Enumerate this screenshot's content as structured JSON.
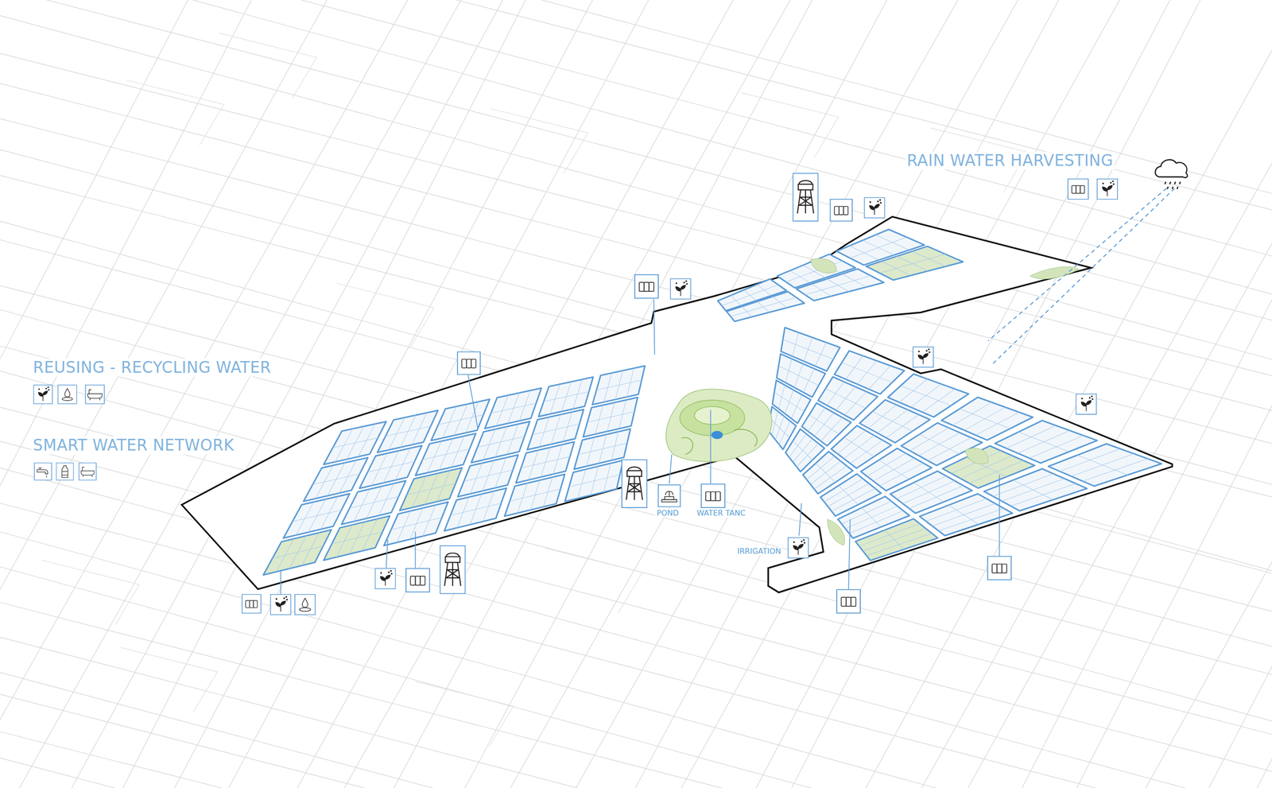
{
  "diagram": {
    "labels": [
      "POND",
      "WATER TANC",
      "IRRIGATION"
    ],
    "legend": [
      {
        "text": "RAIN WATER HARVESTING"
      },
      {
        "text": "REUSING - RECYCLING WATER"
      },
      {
        "text": "SMART WATER NETWORK"
      }
    ]
  }
}
